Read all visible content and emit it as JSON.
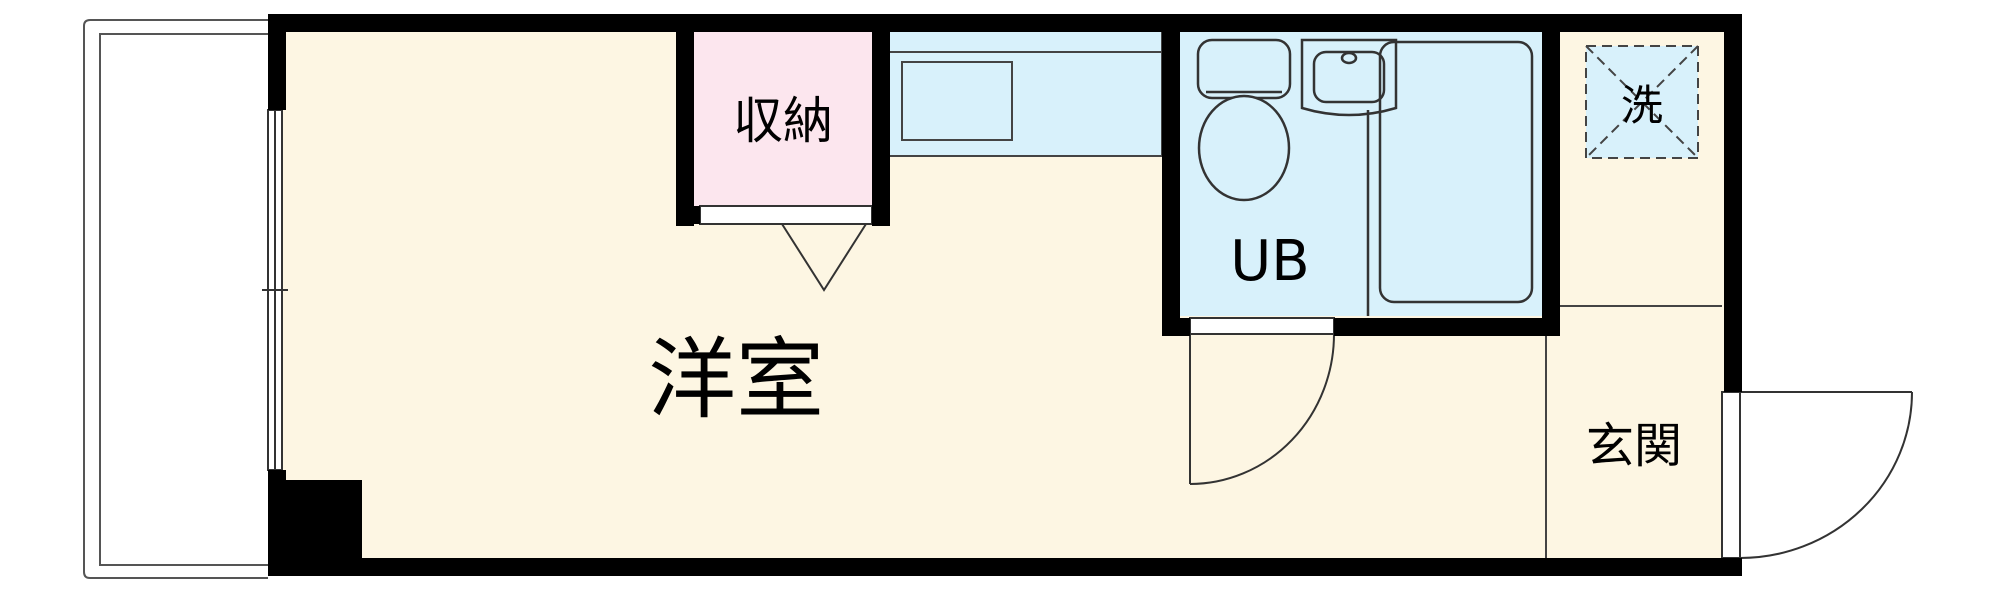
{
  "rooms": {
    "western_room": "洋室",
    "storage": "収納",
    "unit_bath": "UB",
    "washer": "洗",
    "entrance": "玄関"
  },
  "colors": {
    "floor": "#fdf6e3",
    "storage_fill": "#fce6ee",
    "wet_area_fill": "#d8f1fb",
    "wall": "#000000",
    "fixture_stroke": "#333333"
  }
}
